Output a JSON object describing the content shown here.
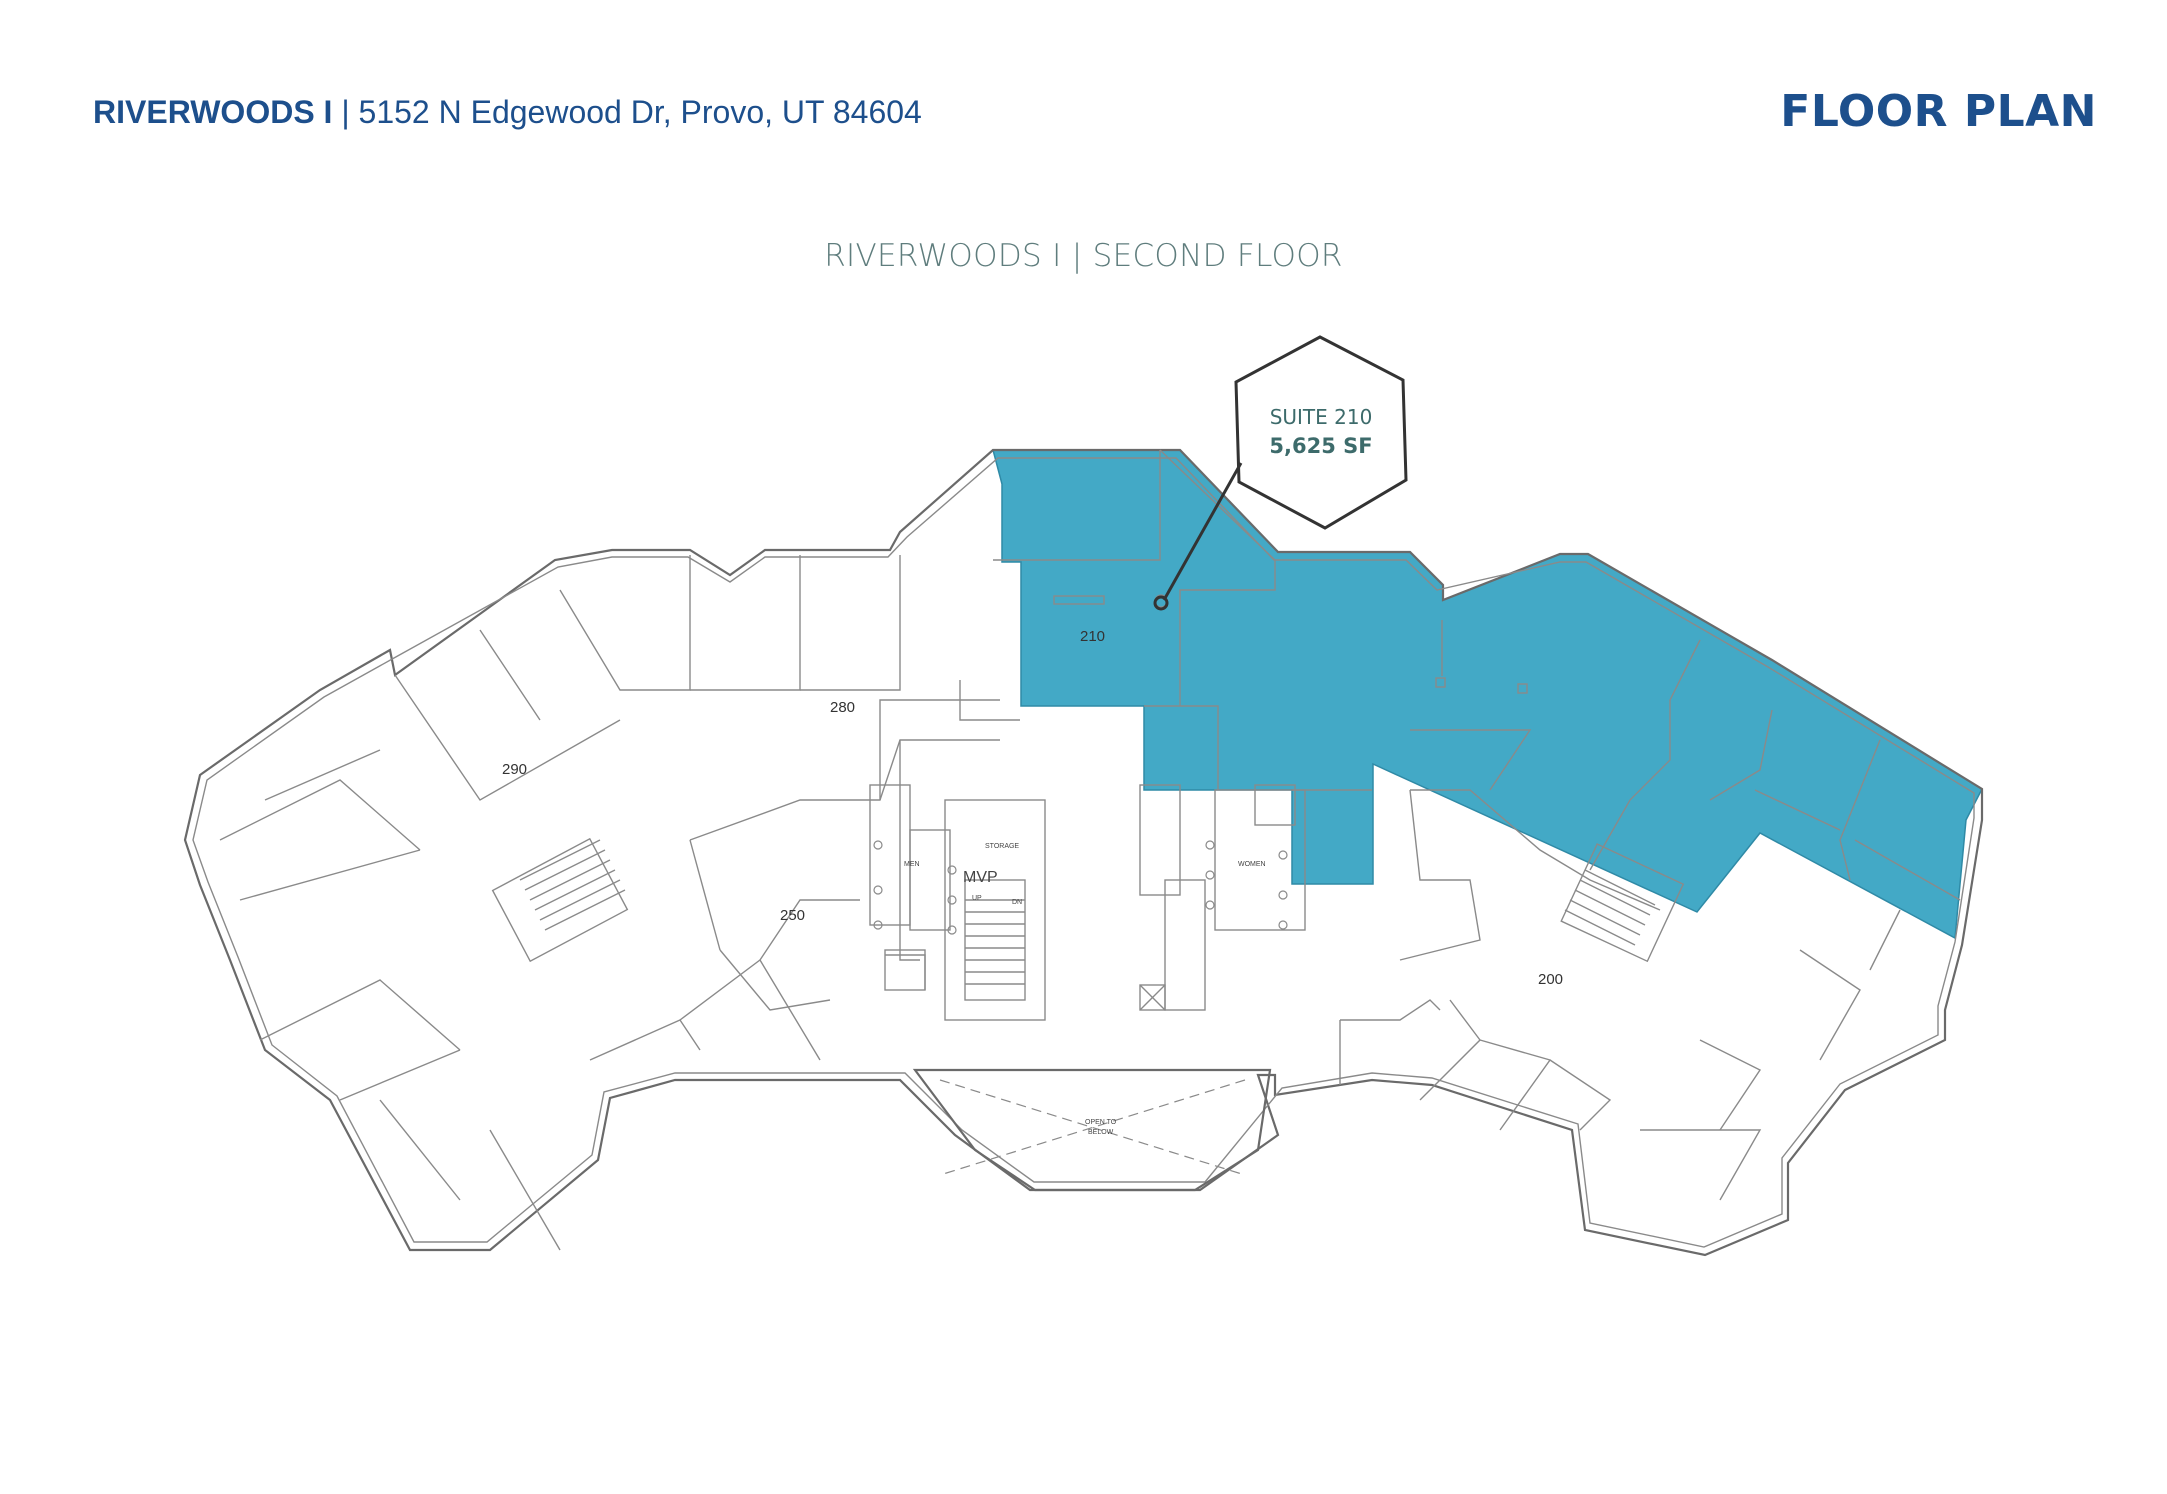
{
  "header": {
    "building": "RIVERWOODS I",
    "separator": " | ",
    "address": "5152 N Edgewood Dr, Provo, UT 84604",
    "doc_label": "FLOOR PLAN"
  },
  "plan": {
    "title": "RIVERWOODS I | SECOND FLOOR",
    "callout": {
      "suite": "SUITE 210",
      "area": "5,625 SF"
    },
    "rooms": [
      {
        "id": "200",
        "label": "200"
      },
      {
        "id": "210",
        "label": "210"
      },
      {
        "id": "250",
        "label": "250"
      },
      {
        "id": "280",
        "label": "280"
      },
      {
        "id": "290",
        "label": "290"
      }
    ],
    "core_labels": {
      "mvp": "MVP",
      "storage": "STORAGE",
      "men": "MEN",
      "women": "WOMEN",
      "up": "UP",
      "dn": "DN",
      "open_to_below_1": "OPEN TO",
      "open_to_below_2": "BELOW"
    }
  },
  "colors": {
    "brand_blue": "#1d4f8c",
    "suite_fill": "#43a9c6",
    "title_gray": "#5f7d7d",
    "callout_text": "#3d6b6b"
  }
}
